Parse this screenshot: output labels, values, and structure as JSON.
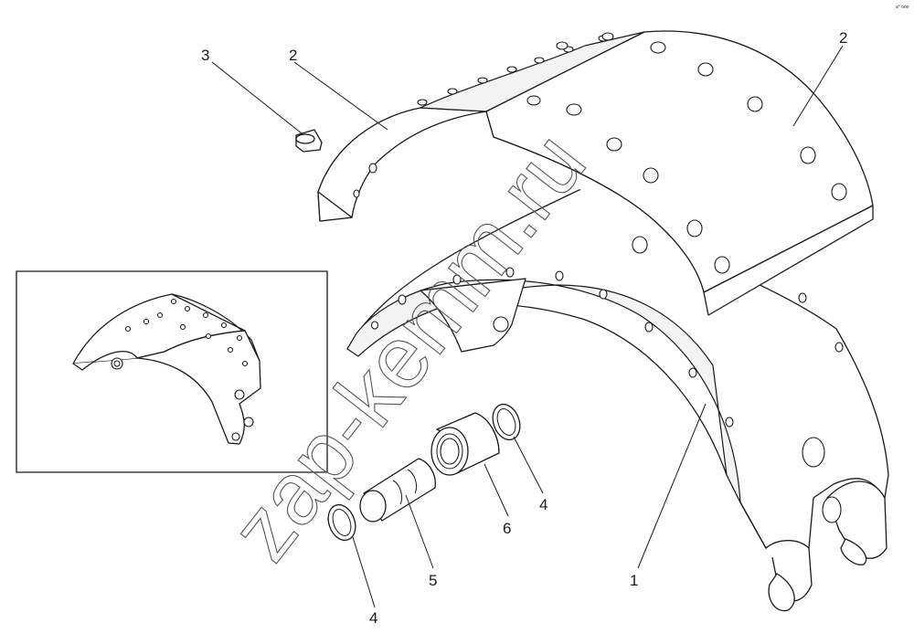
{
  "diagram": {
    "callouts": [
      {
        "id": "c3",
        "label": "3"
      },
      {
        "id": "c2a",
        "label": "2"
      },
      {
        "id": "c2b",
        "label": "2"
      },
      {
        "id": "c4a",
        "label": "4"
      },
      {
        "id": "c6",
        "label": "6"
      },
      {
        "id": "c5",
        "label": "5"
      },
      {
        "id": "c4b",
        "label": "4"
      },
      {
        "id": "c1",
        "label": "1"
      }
    ],
    "watermark": "zap-kemm.ru",
    "corner_mark": "a° ooo"
  }
}
